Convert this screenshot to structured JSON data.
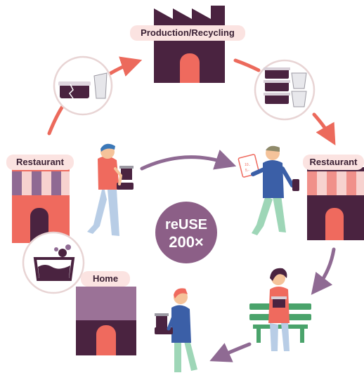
{
  "labels": {
    "production": "Production/Recycling",
    "restaurant_left": "Restaurant",
    "restaurant_right": "Restaurant",
    "home": "Home"
  },
  "badge": {
    "line1": "reUSE",
    "line2": "200×"
  },
  "receipt": {
    "line1": "10..",
    "line2": "5.-"
  },
  "colors": {
    "dark_purple": "#4a2340",
    "salmon": "#ef6a5e",
    "light_pink": "#fbe3e1",
    "arrow_salmon": "#ec6a5c",
    "arrow_purple": "#8f6a93",
    "badge_purple": "#8c5f87",
    "roof_purple": "#9b7297",
    "bench_green": "#4aa36b",
    "pants_blue": "#b8cde6",
    "pants_green": "#9ed6b7"
  },
  "icons": [
    "factory-icon",
    "restaurant-icon",
    "home-icon",
    "broken-container-icon",
    "stacked-containers-icon",
    "washing-basin-icon",
    "person-icon",
    "bench-icon"
  ]
}
